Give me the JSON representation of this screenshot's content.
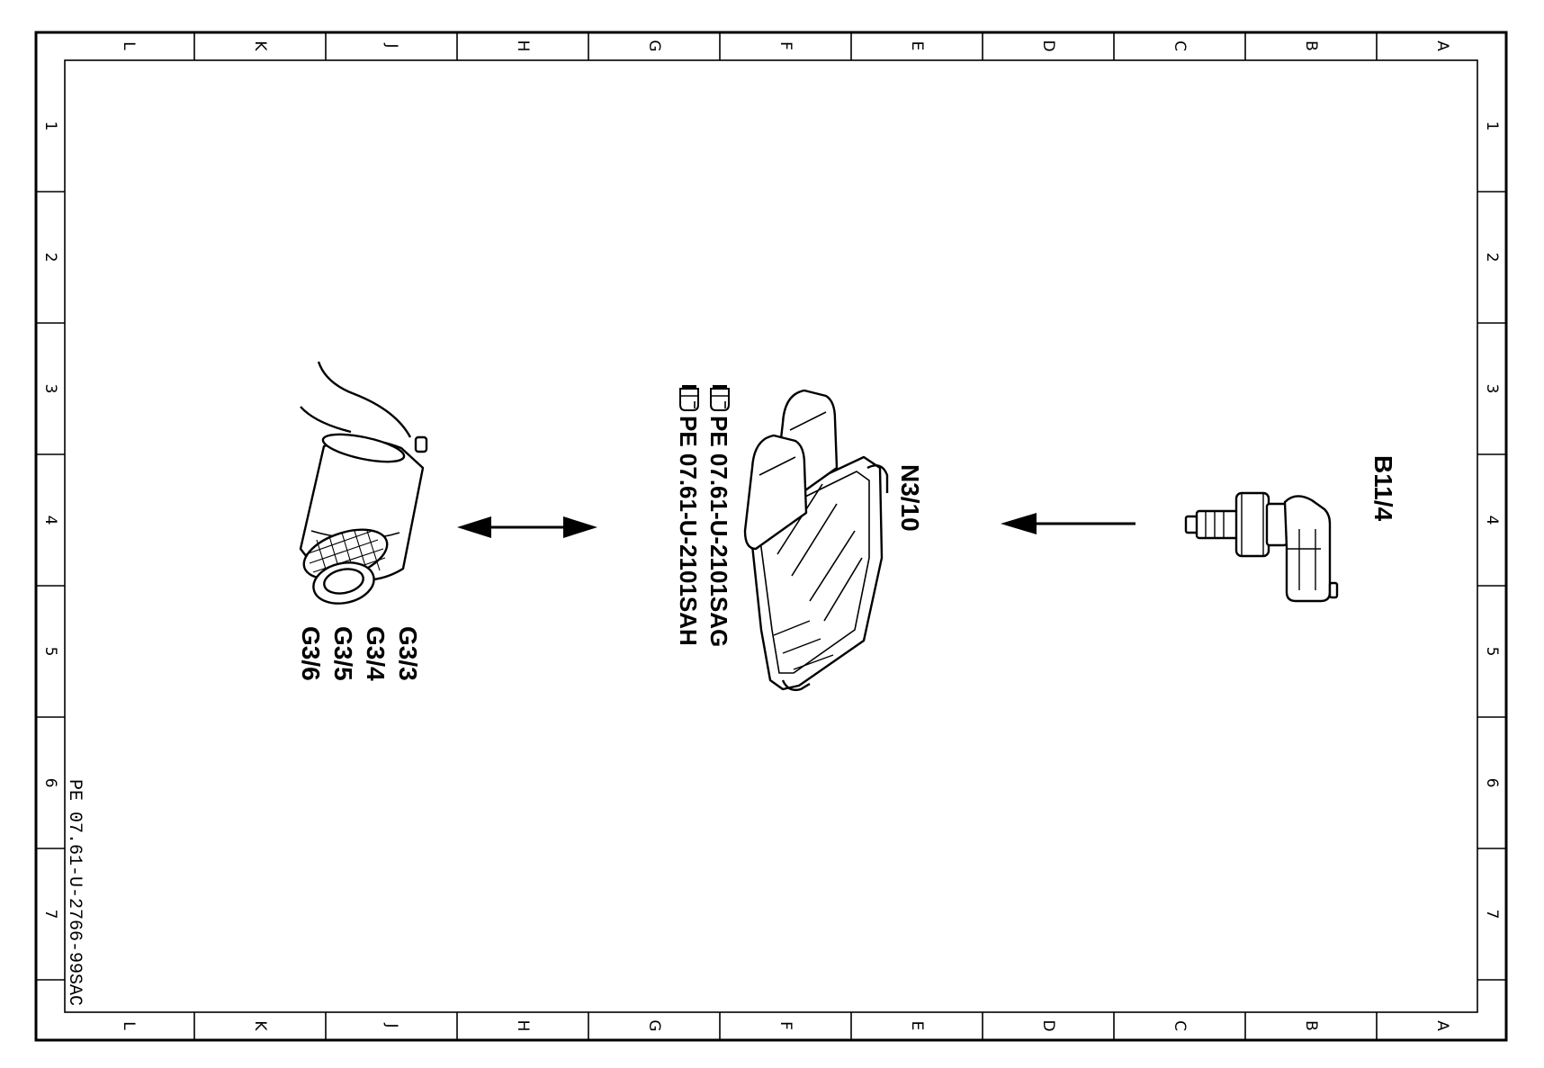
{
  "frame": {
    "columns": [
      "L",
      "K",
      "J",
      "H",
      "G",
      "F",
      "E",
      "D",
      "C",
      "B",
      "A"
    ],
    "rows": [
      "1",
      "2",
      "3",
      "4",
      "5",
      "6",
      "7"
    ]
  },
  "components": {
    "sensor": {
      "label": "B11/4"
    },
    "control_unit": {
      "label": "N3/10",
      "references": [
        "PE 07.61-U-2101SAG",
        "PE 07.61-U-2101SAH"
      ]
    },
    "actuator": {
      "labels": [
        "G3/3",
        "G3/4",
        "G3/5",
        "G3/6"
      ]
    }
  },
  "document_id": "PE 07.61-U-2766-99SAC"
}
